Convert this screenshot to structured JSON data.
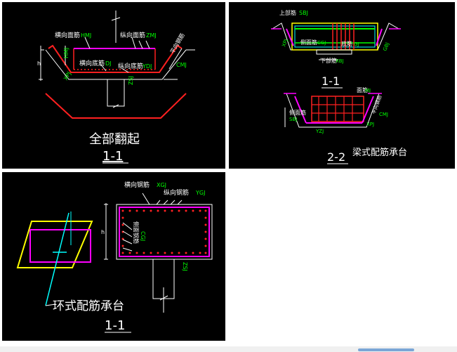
{
  "panel1": {
    "label_transverse_top": "横向面筋",
    "code_transverse_top": "HMJ",
    "label_longitudinal_top": "纵向面筋",
    "code_longitudinal_top": "ZMJ",
    "label_transverse_bottom": "横向底筋",
    "code_transverse_bottom": "DJ",
    "label_longitudinal_bottom": "纵向底筋",
    "code_longitudinal_bottom": "YDJ",
    "code_left_vertical": "HMJ",
    "code_left_slope": "XPJ",
    "code_right_slope": "平向钢筋",
    "code_right_tag": "CMJ",
    "code_pile": "ZSJ",
    "code_side": "h",
    "title": "全部翻起",
    "section": "1-1"
  },
  "panel2": {
    "label_top_rebar": "上部筋",
    "code_top_rebar": "SBJ",
    "label_side_rebar": "侧面筋",
    "code_side_rebar": "CGJ",
    "label_bottom_inner": "底筋",
    "code_bottom_inner": "GJ",
    "label_lower_rebar": "下部筋",
    "code_lower_rebar": "XBJ",
    "code_left_slope": "XPJ",
    "code_right_slope": "GBJ",
    "section_upper": "1-1",
    "label_face_rebar": "面筋",
    "code_face_rebar": "MJ",
    "label_side2": "侧面筋",
    "code_side2": "SBJ",
    "code_right_slope2": "平向钢筋",
    "code_right_tag2": "CMJ",
    "code_bottom2": "XPJ",
    "code_bottom_left2": "YZJ",
    "section_lower": "2-2",
    "title": "梁式配筋承台"
  },
  "panel3": {
    "label_transverse": "横向钢筋",
    "code_transverse": "XGJ",
    "label_longitudinal": "纵向钢筋",
    "code_longitudinal": "YGJ",
    "label_side": "侧面钢筋",
    "code_side": "CGJ",
    "code_h": "h",
    "code_pile": "ZSJ",
    "title": "环式配筋承台",
    "section": "1-1"
  },
  "colors": {
    "red": "#ff2020",
    "magenta": "#ff00ff",
    "green": "#00ff00",
    "cyan": "#00ffff",
    "yellow": "#ffff00",
    "white": "#ffffff"
  }
}
